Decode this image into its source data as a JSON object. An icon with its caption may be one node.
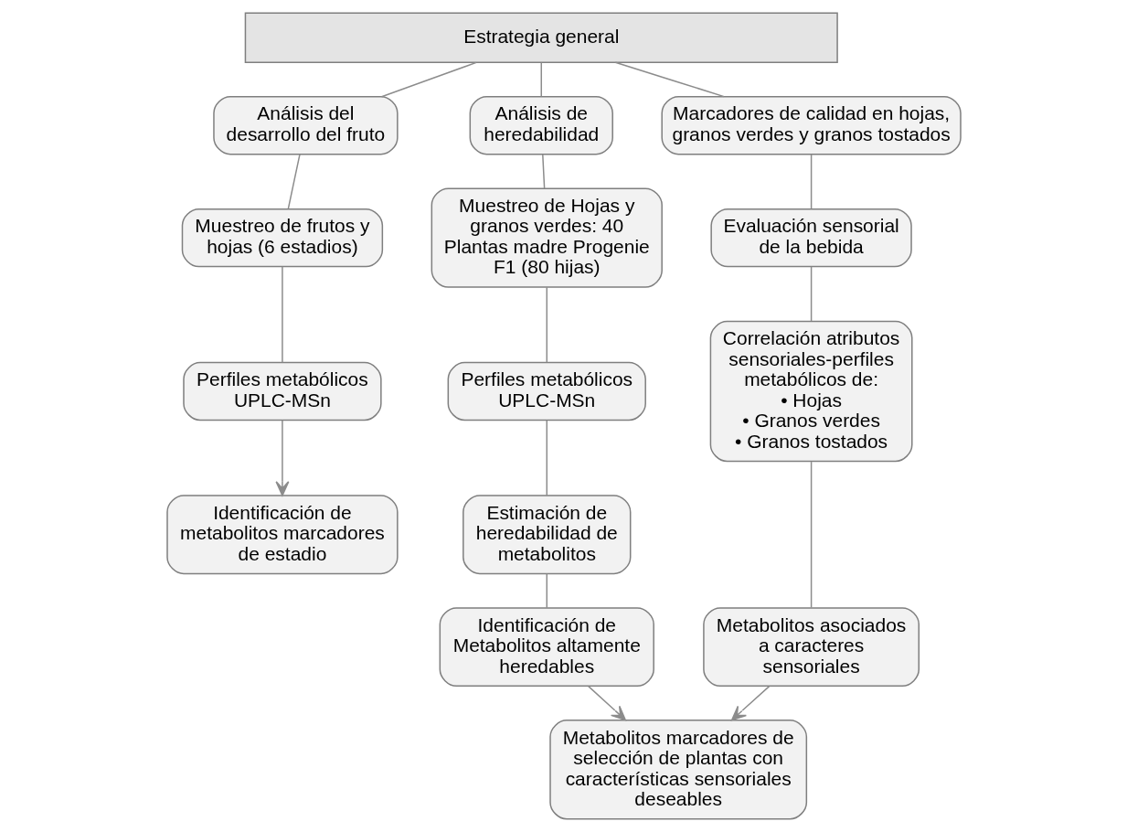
{
  "diagram": {
    "nodes": [
      {
        "text": [
          "Estrategia general"
        ]
      },
      {
        "text": [
          "Análisis del desarrollo del fruto"
        ]
      },
      {
        "text": [
          "Muestreo de frutos y hojas (6 estadios)"
        ]
      },
      {
        "text": [
          "Perfiles metabólicos UPLC-MSn"
        ]
      },
      {
        "text": [
          "Identificación de metabolitos marcadores de estadio"
        ]
      },
      {
        "text": [
          "Análisis de heredabilidad"
        ]
      },
      {
        "text": [
          "Muestreo de Hojas y granos verdes: 40 Plantas madre Progenie F1 (80 hijas)"
        ]
      },
      {
        "text": [
          "Perfiles metabólicos UPLC-MSn"
        ]
      },
      {
        "text": [
          "Estimación de heredabilidad de metabolitos"
        ]
      },
      {
        "text": [
          "Identificación de Metabolitos altamente heredables"
        ]
      },
      {
        "text": [
          "Marcadores de calidad en hojas, granos verdes y granos tostados"
        ]
      },
      {
        "text": [
          "Evaluación sensorial de la bebida"
        ]
      },
      {
        "text": [
          "Correlación atributos sensoriales-perfiles metabólicos de:",
          "• Hojas",
          "• Granos verdes",
          "• Granos tostados"
        ]
      },
      {
        "text": [
          "Metabolitos asociados a caracteres sensoriales"
        ]
      },
      {
        "text": [
          "Metabolitos marcadores de selección de plantas con características sensoriales deseables"
        ]
      }
    ],
    "edges": [
      {
        "from": 0,
        "to": 1,
        "arrow": "none"
      },
      {
        "from": 1,
        "to": 2,
        "arrow": "none"
      },
      {
        "from": 2,
        "to": 3,
        "arrow": "none"
      },
      {
        "from": 3,
        "to": 4,
        "arrow": "to"
      },
      {
        "from": 0,
        "to": 5,
        "arrow": "none"
      },
      {
        "from": 5,
        "to": 6,
        "arrow": "none"
      },
      {
        "from": 6,
        "to": 7,
        "arrow": "none"
      },
      {
        "from": 7,
        "to": 8,
        "arrow": "none"
      },
      {
        "from": 8,
        "to": 9,
        "arrow": "none"
      },
      {
        "from": 9,
        "to": 14,
        "arrow": "to"
      },
      {
        "from": 0,
        "to": 10,
        "arrow": "none"
      },
      {
        "from": 10,
        "to": 11,
        "arrow": "none"
      },
      {
        "from": 11,
        "to": 12,
        "arrow": "none"
      },
      {
        "from": 12,
        "to": 13,
        "arrow": "none"
      },
      {
        "from": 13,
        "to": 14,
        "arrow": "to"
      }
    ]
  }
}
